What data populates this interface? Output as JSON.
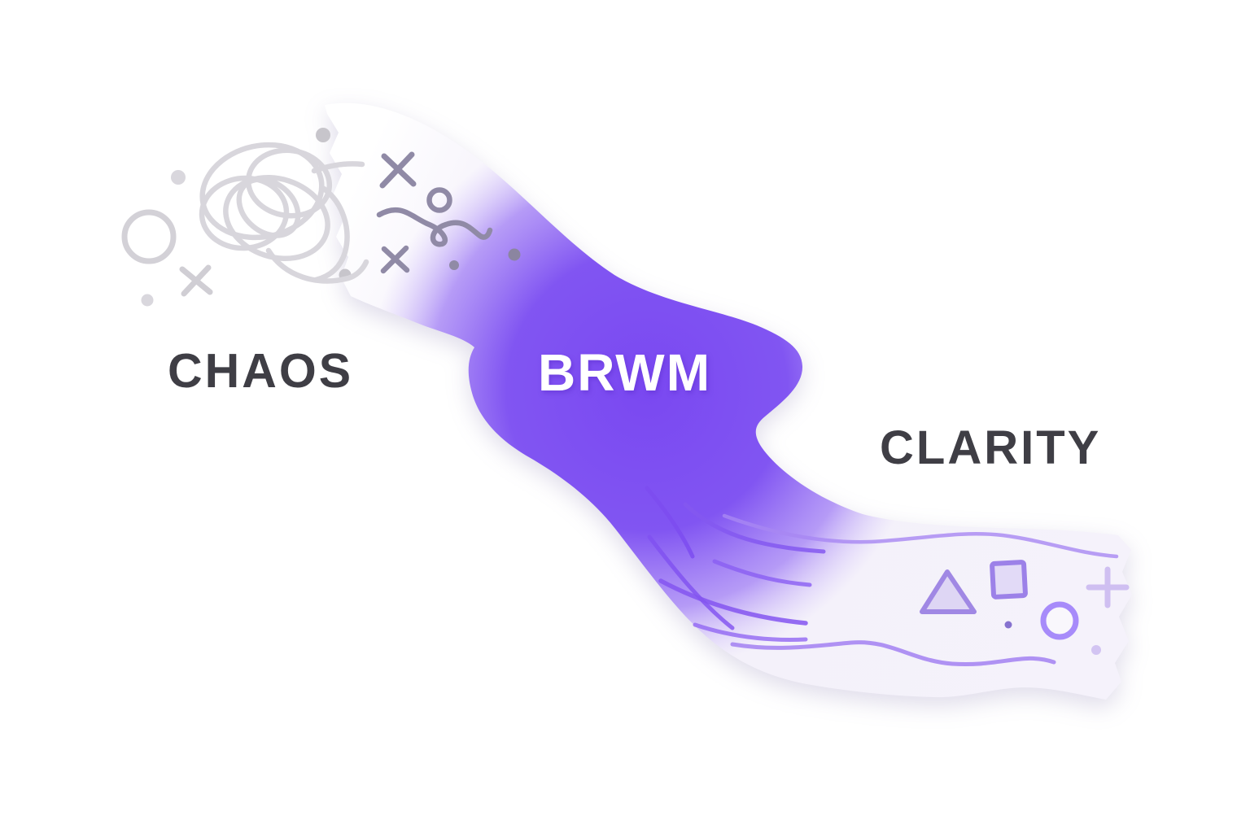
{
  "illustration": {
    "title": "chaos to clarity flowing ribbon illustration",
    "labels": {
      "chaos": "CHAOS",
      "brwm": "BRWM",
      "clarity": "CLARITY"
    },
    "colors": {
      "background": "#ffffff",
      "label_text": "#3f3e45",
      "brwm_text": "#ffffff",
      "ribbon_purple": "#7a48f1",
      "ribbon_purple_light": "#9d79f5",
      "ribbon_base_light": "#f5f2fb",
      "chaos_doodle_gray": "#d6d4da",
      "ribbon_doodle_gray_purple": "#8f89a4",
      "clarity_shape_purple": "#a78bfa",
      "streak_purple": "#7c4cf0"
    },
    "chaos_side": {
      "doodles": [
        "scribble-tangle-icon",
        "circle-outline-icon",
        "x-mark-icon",
        "dot",
        "dot"
      ]
    },
    "ribbon_start": {
      "doodles": [
        "x-mark-icon",
        "circle-outline-icon",
        "loop-squiggle-icon",
        "x-mark-icon",
        "dot",
        "dot",
        "dot",
        "dot"
      ]
    },
    "ribbon_flow": {
      "streak_count": 8
    },
    "clarity_side": {
      "shapes": [
        "triangle-icon",
        "square-icon",
        "circle-outline-icon",
        "plus-icon",
        "dot",
        "dot"
      ]
    }
  }
}
